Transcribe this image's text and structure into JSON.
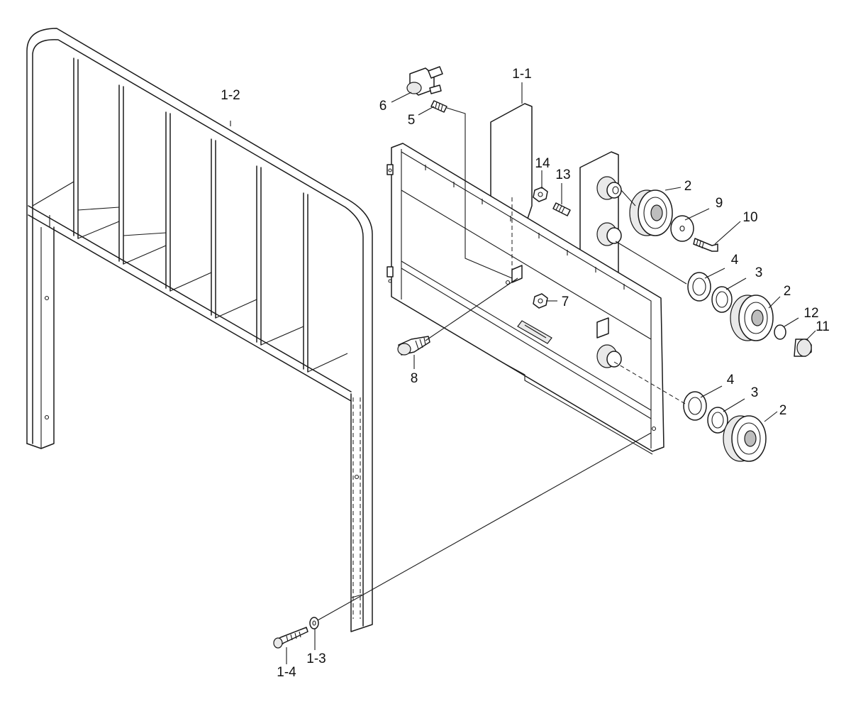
{
  "labels": {
    "part_1_1": "1-1",
    "part_1_2": "1-2",
    "part_1_3": "1-3",
    "part_1_4": "1-4",
    "part_2_top": "2",
    "part_2_mid": "2",
    "part_2_bot": "2",
    "part_3_mid": "3",
    "part_3_bot": "3",
    "part_4_mid": "4",
    "part_4_bot": "4",
    "part_5": "5",
    "part_6": "6",
    "part_7": "7",
    "part_8": "8",
    "part_9": "9",
    "part_10": "10",
    "part_11": "11",
    "part_12": "12",
    "part_13": "13",
    "part_14": "14"
  }
}
